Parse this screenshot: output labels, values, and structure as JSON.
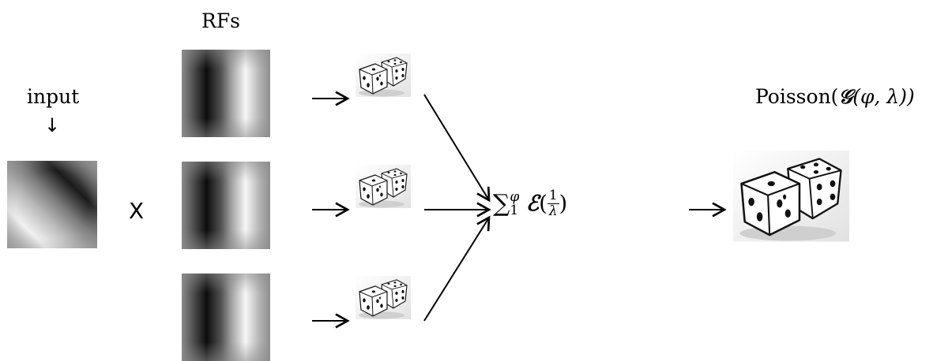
{
  "labels": {
    "rfs": "RFs",
    "input": "input",
    "input_arrow": "↓",
    "times": "X",
    "output": "Poisson(",
    "output_G": "𝒢",
    "output_args": "(φ, λ))",
    "sum_symbol": "∑",
    "sum_upper": "φ",
    "sum_lower": "1",
    "sum_E": "ℰ",
    "frac_num": "1",
    "frac_den": "λ",
    "paren_open": "(",
    "paren_close": ")"
  },
  "icons": {
    "input_patch": "gabor-patch-icon",
    "rf": "receptive-field-icon",
    "dice": "dice-icon",
    "arrow": "right-arrow-icon"
  },
  "colors": {
    "background": "#ffffff",
    "ink": "#000000",
    "die_face": "#ffffff",
    "die_backdrop": "#eeeeee"
  }
}
